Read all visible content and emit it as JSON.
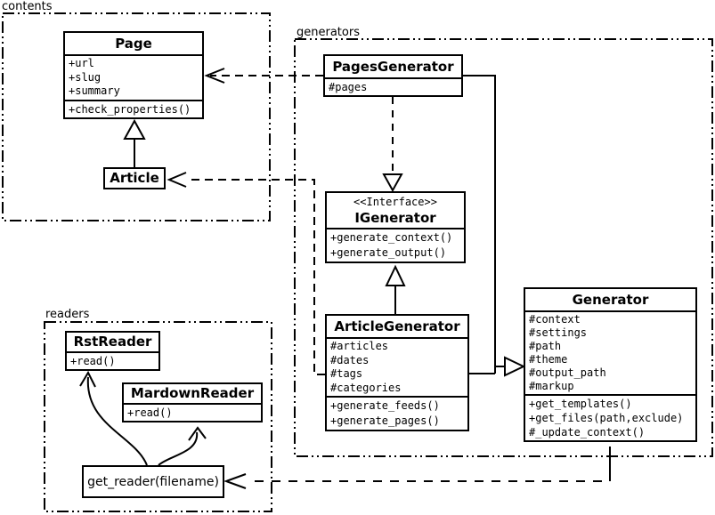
{
  "diagram": {
    "type": "uml-class-diagram",
    "colors": {
      "foreground": "#000000",
      "background": "#ffffff"
    }
  },
  "packages": {
    "contents": {
      "label": "contents"
    },
    "generators": {
      "label": "generators"
    },
    "readers": {
      "label": "readers"
    }
  },
  "classes": {
    "page": {
      "name": "Page",
      "attributes": [
        "+url",
        "+slug",
        "+summary"
      ],
      "methods": [
        "+check_properties()"
      ]
    },
    "article": {
      "name": "Article"
    },
    "pages_generator": {
      "name": "PagesGenerator",
      "attributes": [
        "#pages"
      ]
    },
    "igenerator": {
      "stereotype": "<<Interface>>",
      "name": "IGenerator",
      "methods": [
        "+generate_context()",
        "+generate_output()"
      ]
    },
    "article_generator": {
      "name": "ArticleGenerator",
      "attributes": [
        "#articles",
        "#dates",
        "#tags",
        "#categories"
      ],
      "methods": [
        "+generate_feeds()",
        "+generate_pages()"
      ]
    },
    "generator": {
      "name": "Generator",
      "attributes": [
        "#context",
        "#settings",
        "#path",
        "#theme",
        "#output_path",
        "#markup"
      ],
      "methods": [
        "+get_templates()",
        "+get_files(path,exclude)",
        "#_update_context()"
      ]
    },
    "rst_reader": {
      "name": "RstReader",
      "methods": [
        "+read()"
      ]
    },
    "mardown_reader": {
      "name": "MardownReader",
      "methods": [
        "+read()"
      ]
    },
    "get_reader": {
      "label": "get_reader(filename)"
    }
  },
  "edges": [
    {
      "from": "Article",
      "to": "Page",
      "type": "generalization"
    },
    {
      "from": "PagesGenerator",
      "to": "Page",
      "type": "dependency"
    },
    {
      "from": "ArticleGenerator",
      "to": "Article",
      "type": "dependency"
    },
    {
      "from": "PagesGenerator",
      "to": "IGenerator",
      "type": "realization"
    },
    {
      "from": "ArticleGenerator",
      "to": "IGenerator",
      "type": "generalization"
    },
    {
      "from": "PagesGenerator",
      "to": "Generator",
      "type": "generalization"
    },
    {
      "from": "ArticleGenerator",
      "to": "Generator",
      "type": "generalization"
    },
    {
      "from": "Generator",
      "to": "get_reader(filename)",
      "type": "dependency"
    },
    {
      "from": "get_reader(filename)",
      "to": "RstReader",
      "type": "call"
    },
    {
      "from": "get_reader(filename)",
      "to": "MardownReader",
      "type": "call"
    }
  ]
}
